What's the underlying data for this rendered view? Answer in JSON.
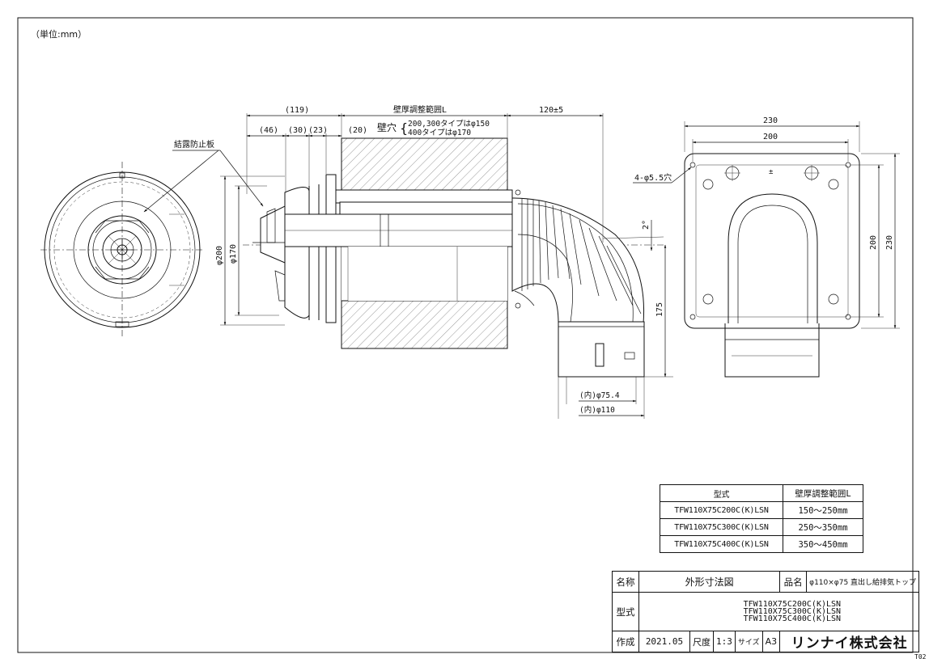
{
  "unit_label": "（単位:mm）",
  "dimensions": {
    "d119": "(119)",
    "d46": "(46)",
    "d30": "(30)",
    "d23": "(23)",
    "d20": "(20)",
    "wall_range": "壁厚調整範囲L",
    "wall_hole": "壁穴",
    "hole_line1": "200,300タイプはφ150",
    "hole_line2": "400タイプはφ170",
    "d120": "120±5",
    "d230_top": "230",
    "d200_top": "200",
    "holes": "4-φ5.5穴",
    "d200_right": "200",
    "d230_right": "230",
    "phi200": "φ200",
    "phi170": "φ170",
    "angle": "2°",
    "d175": "175",
    "inner754": "(内)φ75.4",
    "inner110": "(内)φ110",
    "condensation": "結露防止板"
  },
  "spec_table": {
    "header_model": "型式",
    "header_range": "壁厚調整範囲L",
    "rows": [
      {
        "model": "TFW110X75C200C(K)LSN",
        "range": "150～250mm"
      },
      {
        "model": "TFW110X75C300C(K)LSN",
        "range": "250～350mm"
      },
      {
        "model": "TFW110X75C400C(K)LSN",
        "range": "350～450mm"
      }
    ]
  },
  "title_block": {
    "name_label": "名称",
    "name_value": "外形寸法図",
    "product_label": "品名",
    "product_value": "φ110×φ75 直出し給排気トップ",
    "model_label": "型式",
    "models": [
      "TFW110X75C200C(K)LSN",
      "TFW110X75C300C(K)LSN",
      "TFW110X75C400C(K)LSN"
    ],
    "created_label": "作成",
    "created_value": "2021.05",
    "scale_label": "尺度",
    "scale_value": "1:3",
    "size_label": "サイズ",
    "size_value": "A3",
    "company": "リンナイ株式会社"
  },
  "sheet_no": "T02"
}
